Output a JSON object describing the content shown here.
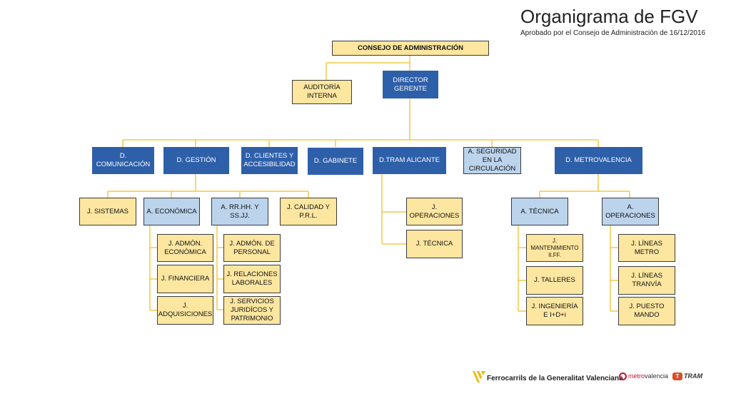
{
  "header": {
    "title": "Organigrama de FGV",
    "subtitle": "Aprobado por el Consejo de Administración de 16/12/2016"
  },
  "colors": {
    "blue": "#2e5fa9",
    "yellow": "#fce6a0",
    "light_blue": "#bcd3ec",
    "connector": "#f2c94c"
  },
  "boxes": {
    "consejo": "CONSEJO DE ADMINISTRACIÓN",
    "auditoria": "AUDITORÍA INTERNA",
    "director": "DIRECTOR GERENTE",
    "d_comunicacion": "D. COMUNICACIÓN",
    "d_gestion": "D. GESTIÓN",
    "d_clientes": "D. CLIENTES Y ACCESIBILIDAD",
    "d_gabinete": "D. GABINETE",
    "d_tram": "D.TRAM ALICANTE",
    "a_seguridad": "A. SEGURIDAD EN LA CIRCULACIÓN",
    "d_metrovalencia": "D. METROVALENCIA",
    "j_sistemas": "J. SISTEMAS",
    "a_economica": "A. ECONÓMICA",
    "a_rrhh": "A. RR.HH. Y SS.JJ.",
    "j_calidad": "J. CALIDAD Y P.R.L.",
    "j_admon_economica": "J. ADMÓN. ECONÓMICA",
    "j_financiera": "J. FINANCIERA",
    "j_adquisiciones": "J. ADQUISICIONES",
    "j_admon_personal": "J. ADMÓN. DE PERSONAL",
    "j_relaciones": "J. RELACIONES LABORALES",
    "j_servicios": "J. SERVICIOS JURIDÍCOS Y PATRIMONIO",
    "j_operaciones_tram": "J. OPERACIONES",
    "j_tecnica_tram": "J. TÉCNICA",
    "a_tecnica": "A. TÉCNICA",
    "a_operaciones": "A. OPERACIONES",
    "j_mantenimiento": "J. MANTENIMIENTO II.FF.",
    "j_talleres": "J. TALLERES",
    "j_ingenieria": "J. INGENIERÍA E I+D+i",
    "j_lineas_metro": "J. LÍNEAS METRO",
    "j_lineas_tranvia": "J. LÍNEAS TRANVÍA",
    "j_puesto_mando": "J. PUESTO MANDO"
  },
  "footer": {
    "fgv_name": "Ferrocarrils de la Generalitat Valenciana",
    "metro_brand": "metro",
    "metro_suffix": "valencia",
    "tram_badge": "T",
    "tram_label": "TRAM"
  }
}
